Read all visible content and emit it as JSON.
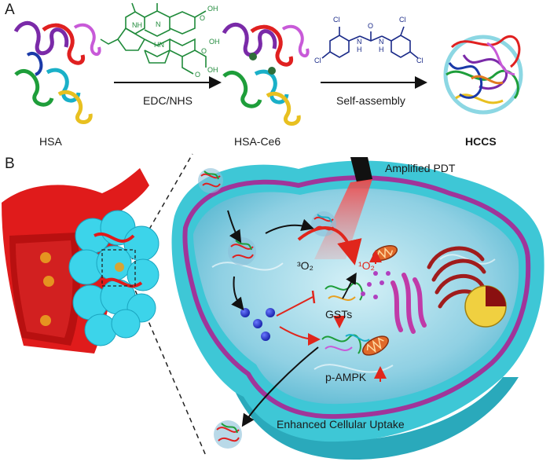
{
  "panel_a": {
    "label": "A",
    "hsa": "HSA",
    "step1": "EDC/NHS",
    "hsa_ce6": "HSA-Ce6",
    "step2": "Self-assembly",
    "hccs": "HCCS",
    "molecule": {
      "nh_top": "NH",
      "n_left": "N",
      "nh_bottom": "HN",
      "oh1": "OH",
      "oh2": "OH",
      "oh3": "OH",
      "o1": "O",
      "o2": "O",
      "o3": "O",
      "cl_left_top": "Cl",
      "cl_left_bottom": "Cl",
      "cl_right_top": "Cl",
      "cl_right_bottom": "Cl",
      "urea_o": "O",
      "urea_n1": "N",
      "urea_n2": "N",
      "urea_h1": "H",
      "urea_h2": "H"
    }
  },
  "panel_b": {
    "label": "B",
    "amplified_pdt": "Amplified PDT",
    "triplet_o2": "³O₂",
    "singlet_o2": "¹O₂",
    "gsts": "GSTs",
    "pampk": "p-AMPK",
    "uptake": "Enhanced Cellular Uptake"
  },
  "colors": {
    "red_arrow": "#e0261c",
    "cell_membrane": "#3ec7d6",
    "inner_membrane": "#a0359a",
    "blood_vessel": "#e01b1b",
    "tumor_cells": "#3cd4ea",
    "mitochondria": "#e06a2a",
    "er": "#d03a8c",
    "golgi": "#a01c1c",
    "nucleus": "#f0d040"
  }
}
